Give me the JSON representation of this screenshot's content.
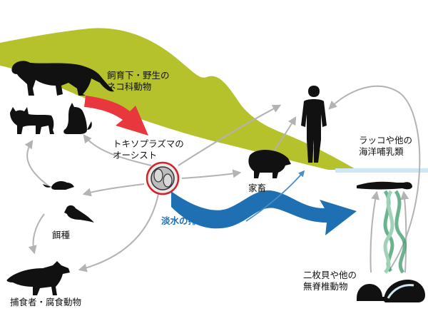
{
  "labels": {
    "cats": [
      "飼育下・野生の",
      "ネコ科動物"
    ],
    "oocyst": [
      "トキソプラズマの",
      "オーシスト"
    ],
    "livestock": "家畜",
    "freshwater": "淡水の排水",
    "prey": "餌種",
    "predators": "捕食者・腐食動物",
    "marine": [
      "ラッコや他の",
      "海洋哺乳類"
    ],
    "bivalves": [
      "二枚貝や他の",
      "無脊椎動物"
    ]
  },
  "colors": {
    "hill": "#b5c22b",
    "red_arrow": "#e8383d",
    "blue_arrow": "#1f6fb3",
    "light_blue": "#4a90c8",
    "grey_arrow": "#b3b3b3",
    "oocyst_ring": "#d2232a",
    "kelp": "#3a9a6a",
    "silhouette": "#111111",
    "water": "#cfe6f5"
  },
  "icons": {
    "mountain_lion": "mountain-lion-icon",
    "lynx": "lynx-icon",
    "house_cat": "house-cat-icon",
    "mouse": "mouse-icon",
    "bird": "bird-icon",
    "fox": "fox-icon",
    "pig": "pig-icon",
    "human": "human-icon",
    "sea_otter": "sea-otter-icon",
    "snail": "snail-icon",
    "clam": "clam-icon",
    "kelp": "kelp-icon",
    "oocyst": "oocyst-icon"
  }
}
